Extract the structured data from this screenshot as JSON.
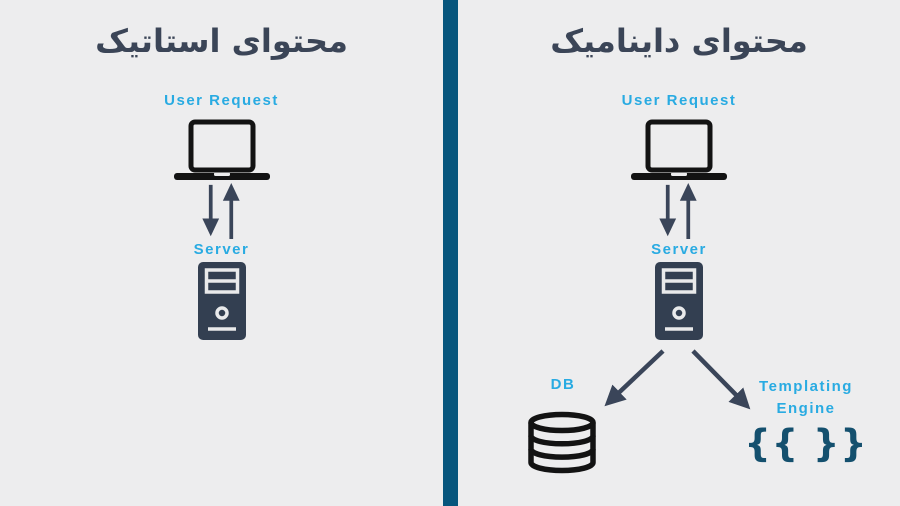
{
  "colors": {
    "background": "#ededee",
    "divider": "#07567d",
    "title": "#3b4557",
    "label": "#29abe2",
    "arrow": "#3a4559",
    "icon_dark": "#131313",
    "server_fill": "#333f51",
    "server_detail": "#e9eaeb",
    "braces": "#14506e"
  },
  "left_panel": {
    "title": "محتوای استاتیک",
    "user_request_label": "User Request",
    "server_label": "Server"
  },
  "right_panel": {
    "title": "محتوای داینامیک",
    "user_request_label": "User Request",
    "server_label": "Server",
    "db_label": "DB",
    "templating_engine_label": "Templating Engine",
    "braces_text": "{{ }}"
  }
}
